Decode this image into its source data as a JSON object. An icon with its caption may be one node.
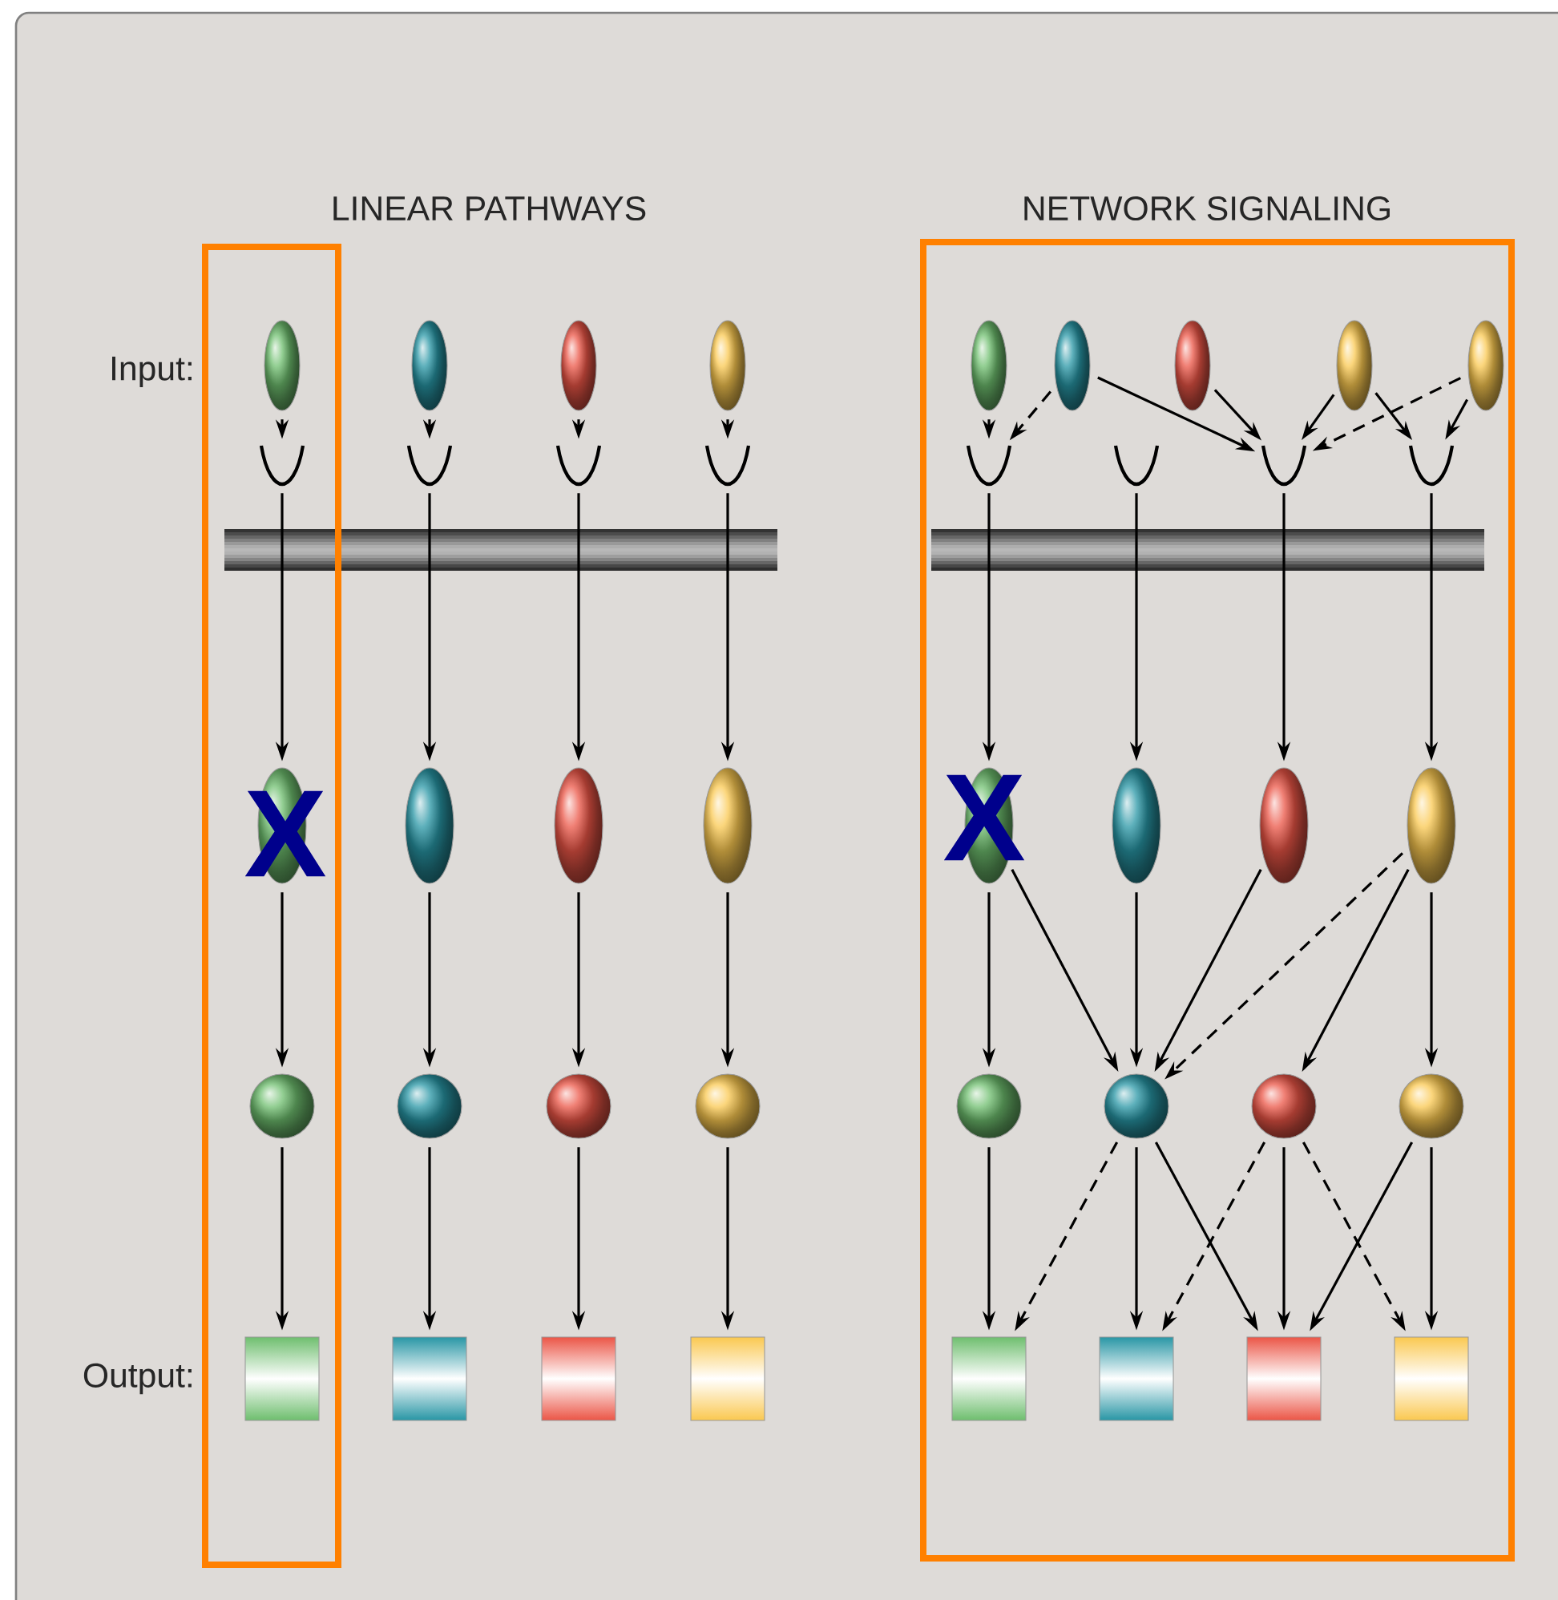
{
  "diagram": {
    "nodes": [
      {
        "text": [],
        "shape": "ellipse"
      },
      {
        "text": [],
        "shape": "cup"
      },
      {
        "text": [],
        "shape": "ellipse"
      },
      {
        "text": [],
        "shape": "circle"
      },
      {
        "text": [],
        "shape": "box"
      },
      {
        "text": [],
        "shape": "ellipse"
      },
      {
        "text": [],
        "shape": "cup"
      },
      {
        "text": [],
        "shape": "ellipse"
      },
      {
        "text": [],
        "shape": "circle"
      },
      {
        "text": [],
        "shape": "box"
      },
      {
        "text": [],
        "shape": "ellipse"
      },
      {
        "text": [],
        "shape": "cup"
      },
      {
        "text": [],
        "shape": "ellipse"
      },
      {
        "text": [],
        "shape": "circle"
      },
      {
        "text": [],
        "shape": "box"
      },
      {
        "text": [],
        "shape": "ellipse"
      },
      {
        "text": [],
        "shape": "cup"
      },
      {
        "text": [],
        "shape": "ellipse"
      },
      {
        "text": [],
        "shape": "circle"
      },
      {
        "text": [],
        "shape": "box"
      },
      {
        "text": [],
        "shape": "ellipse"
      },
      {
        "text": [],
        "shape": "ellipse"
      },
      {
        "text": [],
        "shape": "ellipse"
      },
      {
        "text": [],
        "shape": "ellipse"
      },
      {
        "text": [],
        "shape": "ellipse"
      },
      {
        "text": [],
        "shape": "cup"
      },
      {
        "text": [],
        "shape": "cup"
      },
      {
        "text": [],
        "shape": "cup"
      },
      {
        "text": [],
        "shape": "cup"
      },
      {
        "text": [],
        "shape": "ellipse"
      },
      {
        "text": [],
        "shape": "ellipse"
      },
      {
        "text": [],
        "shape": "ellipse"
      },
      {
        "text": [],
        "shape": "ellipse"
      },
      {
        "text": [],
        "shape": "circle"
      },
      {
        "text": [],
        "shape": "circle"
      },
      {
        "text": [],
        "shape": "circle"
      },
      {
        "text": [],
        "shape": "circle"
      },
      {
        "text": [],
        "shape": "box"
      },
      {
        "text": [],
        "shape": "box"
      },
      {
        "text": [],
        "shape": "box"
      },
      {
        "text": [],
        "shape": "box"
      }
    ],
    "edges": [
      {
        "from": 0,
        "to": 1,
        "arrow": "to"
      },
      {
        "from": 1,
        "to": 2,
        "arrow": "to"
      },
      {
        "from": 2,
        "to": 3,
        "arrow": "to"
      },
      {
        "from": 3,
        "to": 4,
        "arrow": "to"
      },
      {
        "from": 5,
        "to": 6,
        "arrow": "to"
      },
      {
        "from": 6,
        "to": 7,
        "arrow": "to"
      },
      {
        "from": 7,
        "to": 8,
        "arrow": "to"
      },
      {
        "from": 8,
        "to": 9,
        "arrow": "to"
      },
      {
        "from": 10,
        "to": 11,
        "arrow": "to"
      },
      {
        "from": 11,
        "to": 12,
        "arrow": "to"
      },
      {
        "from": 12,
        "to": 13,
        "arrow": "to"
      },
      {
        "from": 13,
        "to": 14,
        "arrow": "to"
      },
      {
        "from": 15,
        "to": 16,
        "arrow": "to"
      },
      {
        "from": 16,
        "to": 17,
        "arrow": "to"
      },
      {
        "from": 17,
        "to": 18,
        "arrow": "to"
      },
      {
        "from": 18,
        "to": 19,
        "arrow": "to"
      },
      {
        "from": 20,
        "to": 25,
        "arrow": "to"
      },
      {
        "from": 21,
        "to": 25,
        "arrow": "to",
        "style": "dashed"
      },
      {
        "from": 21,
        "to": 27,
        "arrow": "to"
      },
      {
        "from": 22,
        "to": 27,
        "arrow": "to"
      },
      {
        "from": 23,
        "to": 27,
        "arrow": "to"
      },
      {
        "from": 23,
        "to": 28,
        "arrow": "to"
      },
      {
        "from": 24,
        "to": 27,
        "arrow": "to",
        "style": "dashed"
      },
      {
        "from": 24,
        "to": 28,
        "arrow": "to"
      },
      {
        "from": 25,
        "to": 29,
        "arrow": "to"
      },
      {
        "from": 26,
        "to": 30,
        "arrow": "to"
      },
      {
        "from": 27,
        "to": 31,
        "arrow": "to"
      },
      {
        "from": 28,
        "to": 32,
        "arrow": "to"
      },
      {
        "from": 29,
        "to": 33,
        "arrow": "to"
      },
      {
        "from": 29,
        "to": 34,
        "arrow": "to"
      },
      {
        "from": 30,
        "to": 34,
        "arrow": "to"
      },
      {
        "from": 31,
        "to": 34,
        "arrow": "to"
      },
      {
        "from": 32,
        "to": 34,
        "arrow": "to",
        "style": "dashed"
      },
      {
        "from": 32,
        "to": 35,
        "arrow": "to"
      },
      {
        "from": 32,
        "to": 36,
        "arrow": "to"
      },
      {
        "from": 33,
        "to": 37,
        "arrow": "to"
      },
      {
        "from": 34,
        "to": 37,
        "arrow": "to",
        "style": "dashed"
      },
      {
        "from": 34,
        "to": 38,
        "arrow": "to"
      },
      {
        "from": 34,
        "to": 39,
        "arrow": "to"
      },
      {
        "from": 35,
        "to": 38,
        "arrow": "to",
        "style": "dashed"
      },
      {
        "from": 35,
        "to": 39,
        "arrow": "to"
      },
      {
        "from": 35,
        "to": 40,
        "arrow": "to",
        "style": "dashed"
      },
      {
        "from": 36,
        "to": 39,
        "arrow": "to"
      },
      {
        "from": 36,
        "to": 40,
        "arrow": "to"
      }
    ],
    "labels": [
      "LINEAR PATHWAYS",
      "NETWORK  SIGNALING",
      "Input:",
      "Output:",
      "X",
      "X"
    ]
  }
}
